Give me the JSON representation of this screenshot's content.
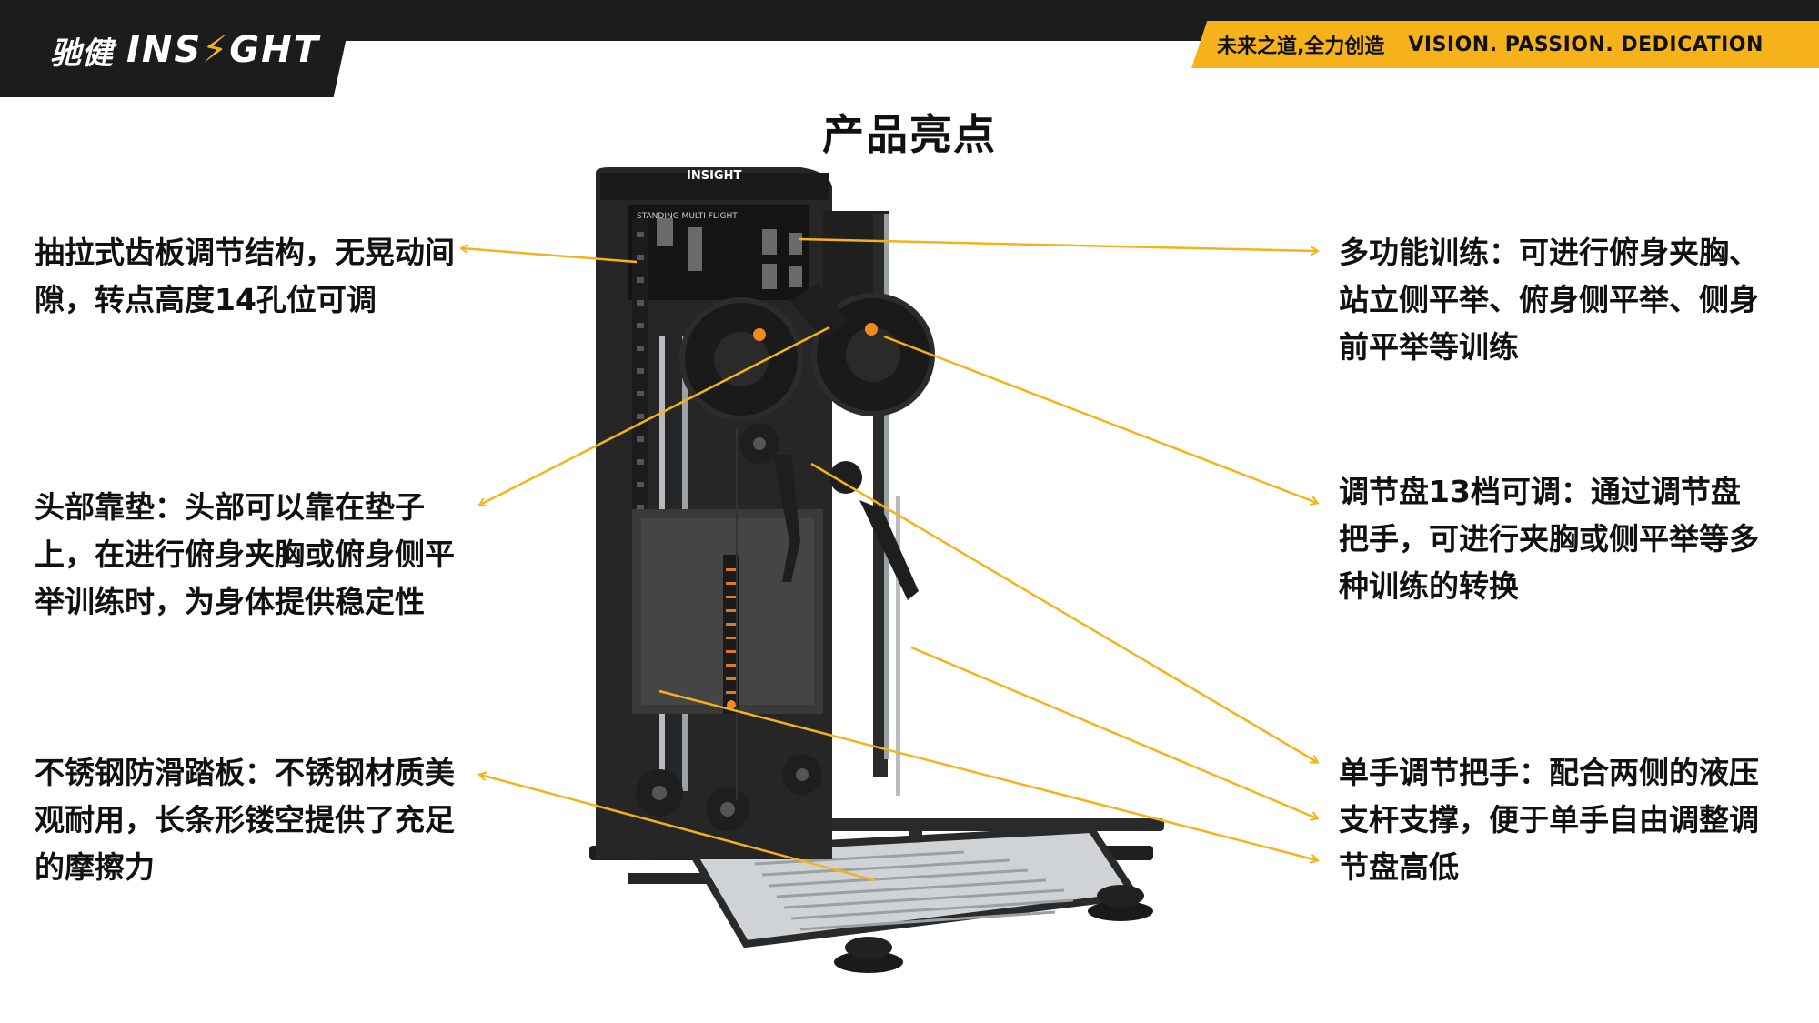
{
  "header": {
    "logo_cn": "驰健",
    "logo_en_before": "INS",
    "logo_en_bolt": "⚡",
    "logo_en_after": "GHT",
    "slogan_cn": "未来之道,全力创造",
    "slogan_en": "VISION. PASSION. DEDICATION"
  },
  "title": "产品亮点",
  "machine": {
    "brand": "INSIGHT",
    "panel_label": "STANDING MULTI FLIGHT"
  },
  "features": {
    "left": [
      {
        "text": "抽拉式齿板调节结构，无晃动间隙，转点高度14孔位可调"
      },
      {
        "text": "头部靠垫：头部可以靠在垫子上，在进行俯身夹胸或俯身侧平举训练时，为身体提供稳定性"
      },
      {
        "text": "不锈钢防滑踏板：不锈钢材质美观耐用，长条形镂空提供了充足的摩擦力"
      }
    ],
    "right": [
      {
        "text": "多功能训练：可进行俯身夹胸、站立侧平举、俯身侧平举、侧身前平举等训练"
      },
      {
        "text": "调节盘13档可调：通过调节盘把手，可进行夹胸或侧平举等多种训练的转换"
      },
      {
        "text": "单手调节把手：配合两侧的液压支杆支撑，便于单手自由调整调节盘高低"
      }
    ]
  },
  "colors": {
    "accent": "#f5b21a",
    "dark": "#1c1c1c",
    "frame": "#2a2a2a"
  }
}
